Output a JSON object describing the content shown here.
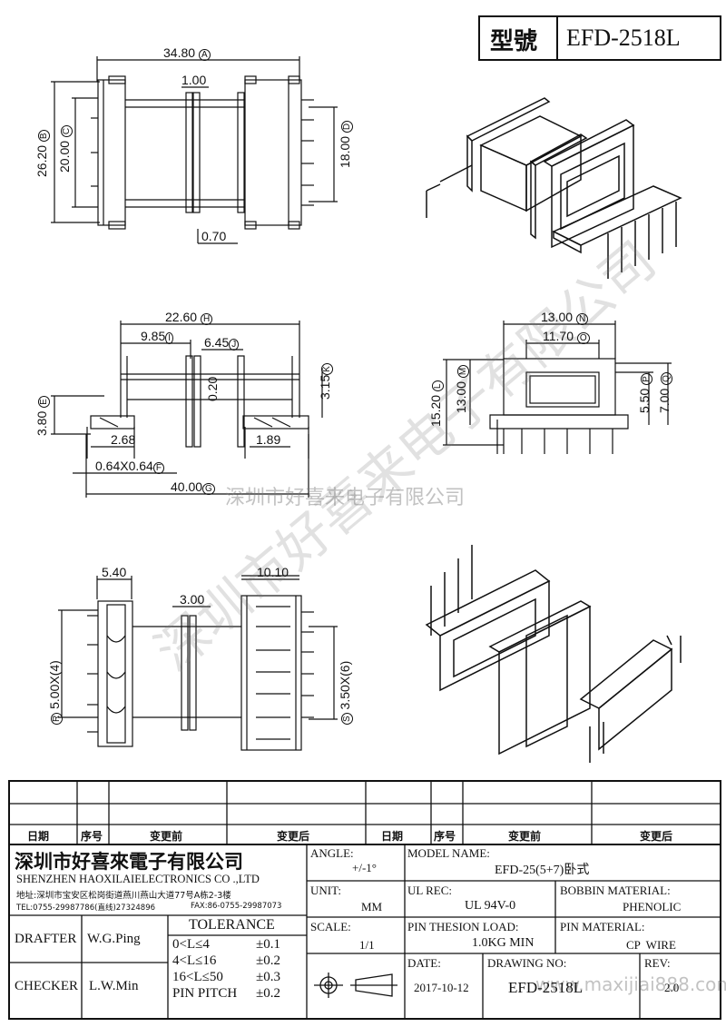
{
  "title_block": {
    "label": "型號",
    "model": "EFD-2518L"
  },
  "dims": {
    "top_view": {
      "width": "34.80",
      "width_tag": "A",
      "gap": "1.00",
      "h_outer": "26.20",
      "h_outer_tag": "B",
      "h_inner": "20.00",
      "h_inner_tag": "C",
      "h_pins": "18.00",
      "h_pins_tag": "D",
      "flange": "0.70"
    },
    "side_view": {
      "w1": "22.60",
      "w1_tag": "H",
      "w2": "9.85",
      "w2_tag": "I",
      "w3": "6.45",
      "w3_tag": "J",
      "w4": "0.20",
      "w5": "3.15",
      "w5_tag": "K",
      "h1": "3.80",
      "h1_tag": "E",
      "p1": "2.68",
      "p2": "1.89",
      "pin": "0.64X0.64",
      "pin_tag": "F",
      "total": "40.00",
      "total_tag": "G"
    },
    "end_view": {
      "w1": "13.00",
      "w1_tag": "N",
      "w2": "11.70",
      "w2_tag": "O",
      "h1": "15.20",
      "h1_tag": "L",
      "h2": "13.00",
      "h2_tag": "M",
      "h3": "5.50",
      "h3_tag": "P",
      "h4": "7.00",
      "h4_tag": "Q"
    },
    "bottom_view": {
      "w1": "5.40",
      "w2": "3.00",
      "w3": "10.10",
      "pitch_l": "5.00X(4)",
      "pitch_l_tag": "R",
      "pitch_r": "3.50X(6)",
      "pitch_r_tag": "S"
    }
  },
  "watermarks": {
    "main": "深圳市好喜来电子有限公司",
    "site": "www.maxijiai888.com"
  },
  "revision_table": {
    "headers": [
      "日期",
      "序号",
      "变更前",
      "变更后",
      "日期",
      "序号",
      "变更前",
      "变更后"
    ]
  },
  "company": {
    "name_cn": "深圳市好喜來電子有限公司",
    "name_en": "SHENZHEN HAOXILAIELECTRONICS CO .,LTD",
    "address": "地址:深圳市宝安区松岗街道燕川燕山大道77号A栋2-3楼",
    "tel": "TEL:0755-29987786(直线)27324896",
    "fax": "FAX:86-0755-29987073"
  },
  "fields": {
    "angle_label": "ANGLE:",
    "angle_value": "+/-1°",
    "model_label": "MODEL NAME:",
    "model_value": "EFD-25(5+7)卧式",
    "unit_label": "UNIT:",
    "unit_value": "MM",
    "ul_label": "UL REC:",
    "ul_value": "UL 94V-0",
    "bobbin_label": "BOBBIN MATERIAL:",
    "bobbin_value": "PHENOLIC",
    "scale_label": "SCALE:",
    "scale_value": "1/1",
    "pin_load_label": "PIN THESION LOAD:",
    "pin_load_value": "1.0KG MIN",
    "pin_mat_label": "PIN MATERIAL:",
    "pin_mat_value": "CP  WIRE",
    "date_label": "DATE:",
    "date_value": "2017-10-12",
    "drawing_label": "DRAWING NO:",
    "drawing_value": "EFD-2518L",
    "rev_label": "REV:",
    "rev_value": "2.0",
    "drafter_label": "DRAFTER",
    "drafter_value": "W.G.Ping",
    "checker_label": "CHECKER",
    "checker_value": "L.W.Min"
  },
  "tolerance": {
    "title": "TOLERANCE",
    "rows": [
      {
        "range": "0<L≤4",
        "value": "±0.1"
      },
      {
        "range": "4<L≤16",
        "value": "±0.2"
      },
      {
        "range": "16<L≤50",
        "value": "±0.3"
      },
      {
        "range": "PIN PITCH",
        "value": "±0.2"
      }
    ]
  }
}
